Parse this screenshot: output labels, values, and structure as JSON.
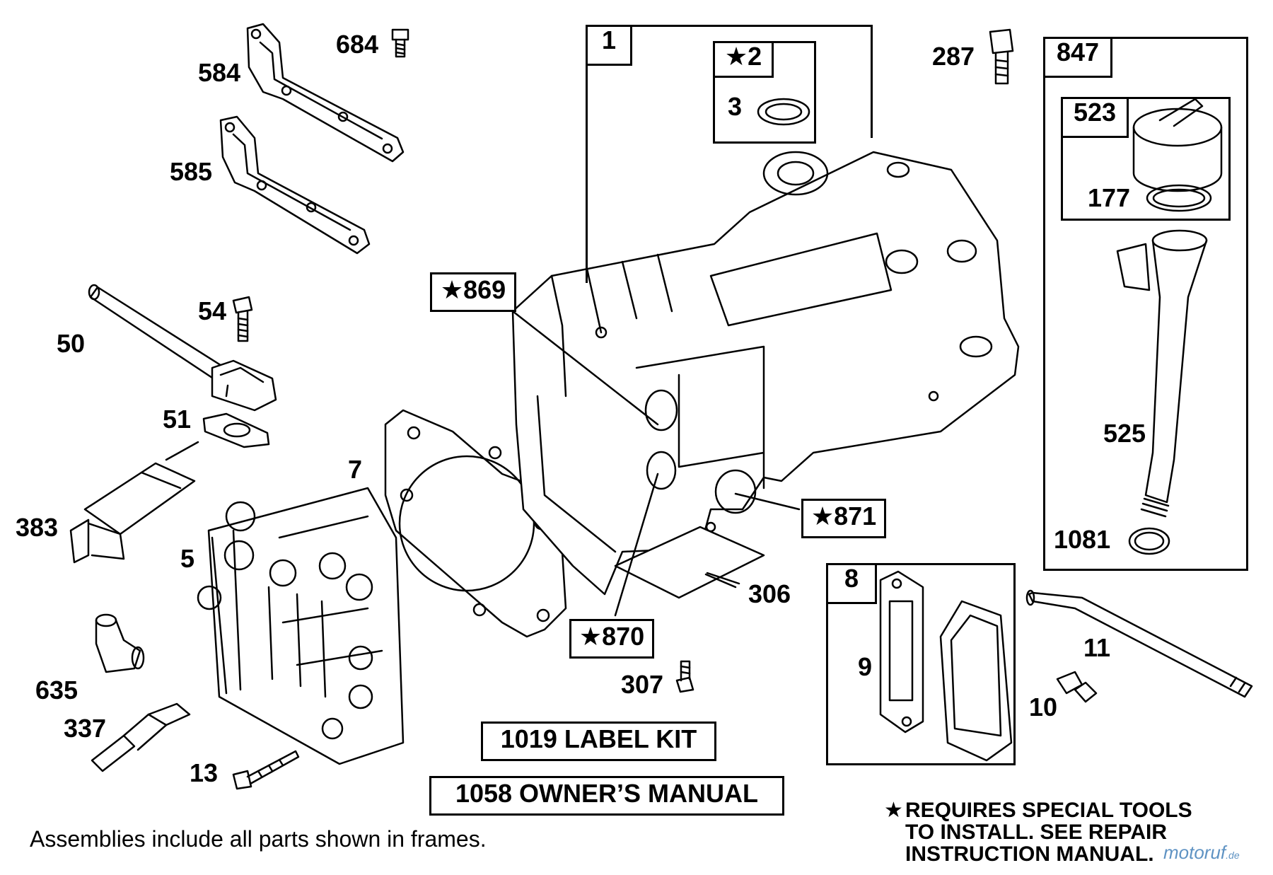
{
  "star_symbol": "★",
  "frames": {
    "crankcase_assembly": {
      "tag": "1"
    },
    "seal_assembly": {
      "tag": "★2",
      "part": "3"
    },
    "dipstick_assembly": {
      "tag": "847"
    },
    "cap_assembly": {
      "tag": "523",
      "part": "177"
    },
    "breather_assembly": {
      "tag": "8",
      "part": "9"
    }
  },
  "callouts": {
    "p684": "684",
    "p584": "584",
    "p585": "585",
    "p54": "54",
    "p50": "50",
    "p51": "51",
    "p383": "383",
    "p7": "7",
    "p5": "5",
    "p635": "635",
    "p337": "337",
    "p13": "13",
    "p287": "287",
    "p525": "525",
    "p1081": "1081",
    "p306": "306",
    "p307": "307",
    "p11": "11",
    "p10": "10"
  },
  "special_callouts": {
    "p869": "★869",
    "p871": "★871",
    "p870": "★870"
  },
  "kits": {
    "label_kit": "1019 LABEL KIT",
    "owners_manual": "1058 OWNER’S MANUAL"
  },
  "footnote": "Assemblies include all parts shown in frames.",
  "special_tools_note": {
    "symbol": "★",
    "lines": [
      "REQUIRES SPECIAL TOOLS",
      "TO INSTALL.  SEE REPAIR",
      "INSTRUCTION MANUAL."
    ]
  },
  "watermark": {
    "text": "motoruf",
    "tld": ".de"
  }
}
